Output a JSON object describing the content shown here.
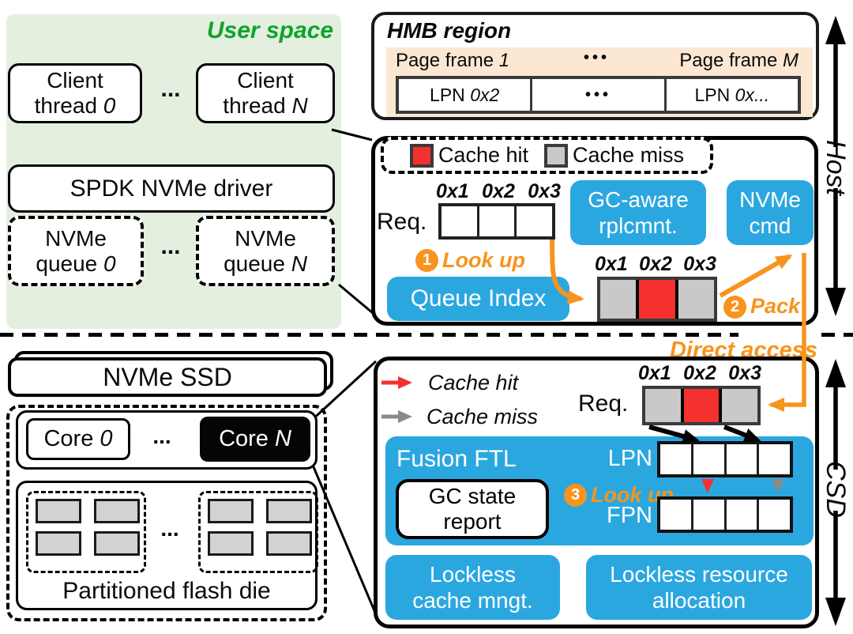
{
  "user_space": {
    "title": "User space",
    "dots": "...",
    "client0": {
      "l1": "Client",
      "l2": "thread ",
      "it": "0"
    },
    "clientN": {
      "l1": "Client",
      "l2": "thread ",
      "it": "N"
    },
    "driver": "SPDK NVMe driver",
    "queue0": {
      "l1": "NVMe",
      "l2": "queue ",
      "it": "0"
    },
    "queueN": {
      "l1": "NVMe",
      "l2": "queue ",
      "it": "N"
    }
  },
  "hmb": {
    "title": "HMB region",
    "pf_left": {
      "pre": "Page frame ",
      "it": "1"
    },
    "pf_right": {
      "pre": "Page frame ",
      "it": "M"
    },
    "dots": "•••",
    "cell1": {
      "pre": "LPN ",
      "it": "0x2"
    },
    "cell2": "•••",
    "cell3": {
      "pre": "LPN ",
      "it": "0x..."
    }
  },
  "side": {
    "host": "Host",
    "csd": "CSD"
  },
  "mid": {
    "legend_hit": "Cache hit",
    "legend_miss": "Cache miss",
    "addr1": [
      "0x1",
      "0x2",
      "0x3"
    ],
    "req": "Req.",
    "gc_aware": {
      "l1": "GC-aware",
      "l2": "rplcmnt."
    },
    "nvme_cmd": {
      "l1": "NVMe",
      "l2": "cmd"
    },
    "step1_n": "1",
    "step1_text": "Look up",
    "queue_index": "Queue Index",
    "addr2": [
      "0x1",
      "0x2",
      "0x3"
    ],
    "cache_states": [
      "miss",
      "hit",
      "miss"
    ],
    "step2_n": "2",
    "step2_text": "Pack"
  },
  "direct_access": "Direct access",
  "ssd": {
    "title": "NVMe SSD",
    "core0": {
      "pre": "Core ",
      "it": "0"
    },
    "coreN": {
      "pre": "Core ",
      "it": "N"
    },
    "dots": "...",
    "flash_caption": "Partitioned flash die"
  },
  "csd": {
    "legend_hit": "Cache hit",
    "legend_miss": "Cache miss",
    "addr": [
      "0x1",
      "0x2",
      "0x3"
    ],
    "req": "Req.",
    "cache_states": [
      "miss",
      "hit",
      "miss"
    ],
    "fusion": "Fusion FTL",
    "lpn": "LPN",
    "fpn": "FPN",
    "gc_state": {
      "l1": "GC state",
      "l2": "report"
    },
    "step3_n": "3",
    "step3_text": "Look up",
    "lockless_cache": {
      "l1": "Lockless",
      "l2": "cache mngt."
    },
    "lockless_resource": {
      "l1": "Lockless resource",
      "l2": "allocation"
    }
  },
  "colors": {
    "accent_blue": "#2ba7e0",
    "hit_red": "#f5312f",
    "miss_gray": "#c9c9c9",
    "orange": "#f7941d",
    "green_text": "#0fa42b",
    "green_bg": "#e4efe0",
    "peach_bg": "#fbe7d2"
  }
}
